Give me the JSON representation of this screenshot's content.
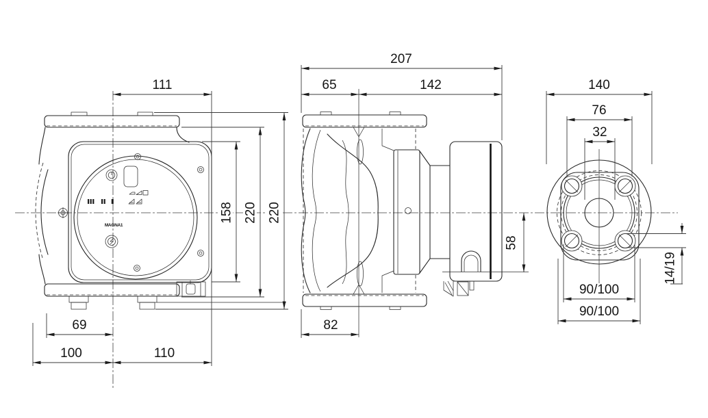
{
  "drawing": {
    "product_label": "MAGNA1",
    "front_view": {
      "dim_width_top": "111",
      "dim_height_mid": "158",
      "dim_height_inner": "220",
      "dim_height_outer": "220",
      "dim_base_left": "69",
      "dim_base_left_total": "100",
      "dim_base_right": "110"
    },
    "side_view": {
      "dim_total_depth": "207",
      "dim_flange_to_axis": "65",
      "dim_axis_to_box": "142",
      "dim_base": "82",
      "dim_axis_to_bottom": "58"
    },
    "rear_view": {
      "dim_housing": "140",
      "dim_body": "76",
      "dim_bore": "32",
      "dim_bolt_circle_1": "90/100",
      "dim_bolt_circle_2": "90/100",
      "dim_bolt_hole": "14/19"
    },
    "colors": {
      "line": "#262626",
      "dim": "#3a3a3a",
      "background": "#ffffff"
    }
  }
}
